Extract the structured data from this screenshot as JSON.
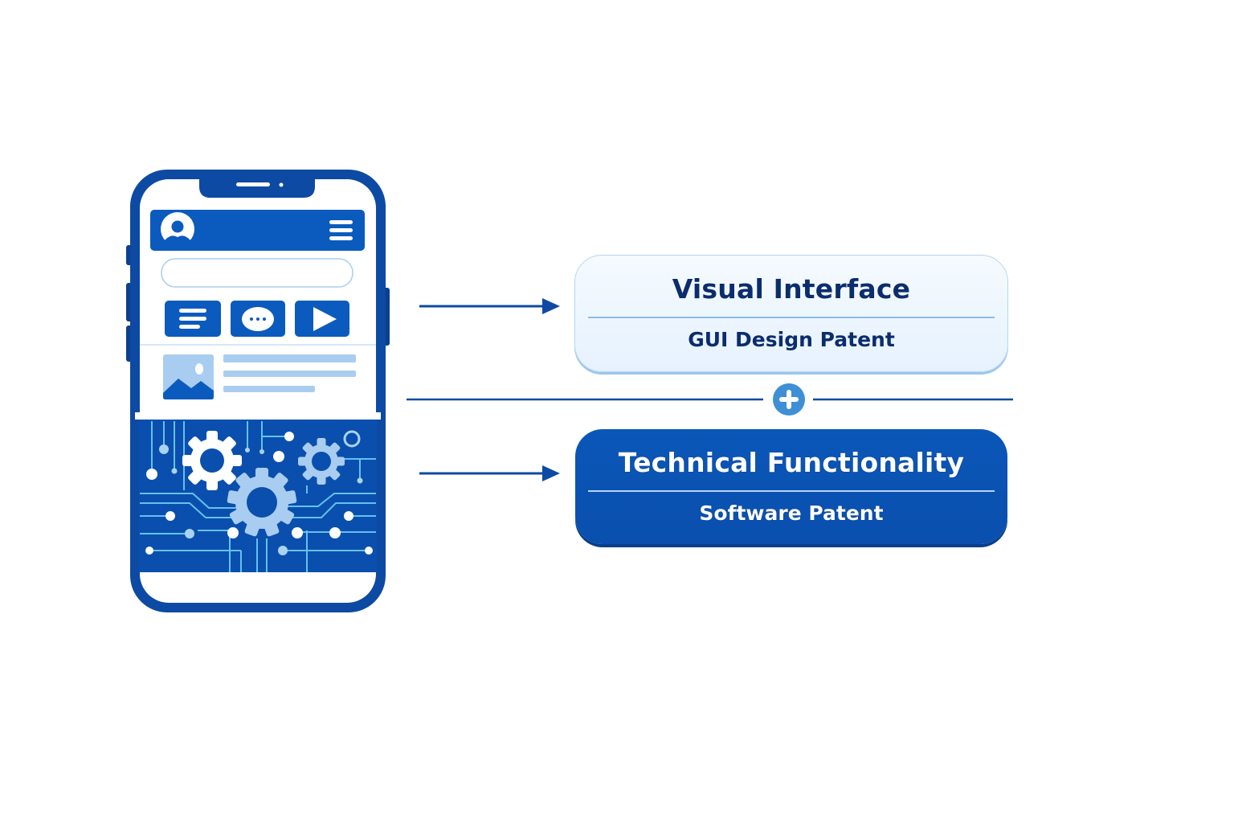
{
  "colors": {
    "primary": "#0a56b6",
    "dark": "#0b3f8f",
    "light": "#a9cdf0",
    "accent_circle": "#3f8fd6",
    "text_dark": "#0b2d6e",
    "white": "#ffffff"
  },
  "phone": {
    "header_icons": [
      "user-avatar-icon",
      "hamburger-menu-icon"
    ],
    "action_buttons": [
      "list-icon",
      "chat-bubble-icon",
      "play-icon"
    ],
    "content_item": "image-placeholder-icon",
    "bottom_panel": "gears-circuit-icon"
  },
  "cards": {
    "visual": {
      "title": "Visual Interface",
      "subtitle": "GUI Design Patent"
    },
    "technical": {
      "title": "Technical Functionality",
      "subtitle": "Software Patent"
    }
  },
  "connector": {
    "symbol": "plus-icon"
  }
}
